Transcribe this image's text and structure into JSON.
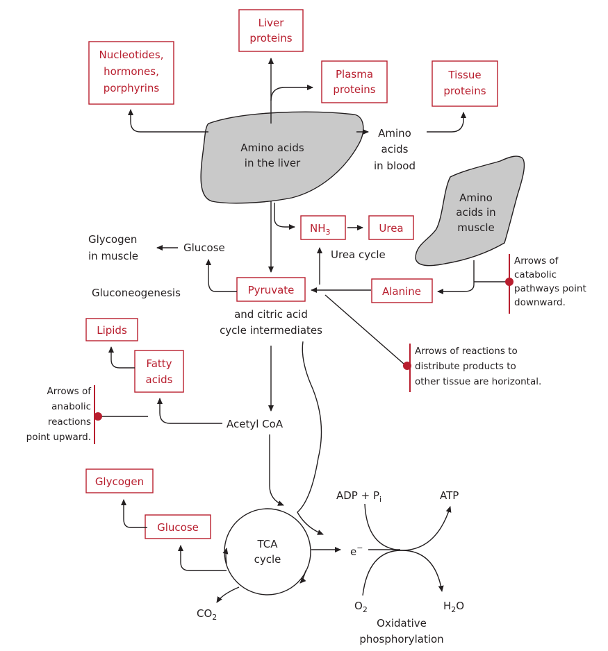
{
  "colors": {
    "accent_red": "#b81e2e",
    "organ_gray": "#c9c9c9",
    "ink": "#231f20"
  },
  "liver": {
    "line1": "Amino acids",
    "line2": "in the liver"
  },
  "muscle": {
    "line1": "Amino",
    "line2": "acids in",
    "line3": "muscle"
  },
  "boxes": {
    "liver_proteins": [
      "Liver",
      "proteins"
    ],
    "nucleotides": [
      "Nucleotides,",
      "hormones,",
      "porphyrins"
    ],
    "plasma_proteins": [
      "Plasma",
      "proteins"
    ],
    "tissue_proteins": [
      "Tissue",
      "proteins"
    ],
    "nh3": "NH",
    "nh3_sub": "3",
    "urea": "Urea",
    "pyruvate": "Pyruvate",
    "alanine": "Alanine",
    "lipids": "Lipids",
    "fatty_acids": [
      "Fatty",
      "acids"
    ],
    "glycogen": "Glycogen",
    "glucose": "Glucose"
  },
  "labels": {
    "amino_blood": [
      "Amino",
      "acids",
      "in blood"
    ],
    "glycogen_muscle": [
      "Glycogen",
      "in muscle"
    ],
    "glucose": "Glucose",
    "gluconeogenesis": "Gluconeogenesis",
    "urea_cycle": "Urea cycle",
    "pyruvate_caption": [
      "and citric acid",
      "cycle intermediates"
    ],
    "acetyl_coa": "Acetyl CoA",
    "tca": [
      "TCA",
      "cycle"
    ],
    "adp": "ADP + P",
    "adp_sub": "i",
    "atp": "ATP",
    "electron": "e",
    "electron_sup": "−",
    "o2": "O",
    "o2_sub": "2",
    "h2o_h": "H",
    "h2o_sub": "2",
    "h2o_o": "O",
    "co2": "CO",
    "co2_sub": "2",
    "oxphos": [
      "Oxidative",
      "phosphorylation"
    ]
  },
  "notes": {
    "catabolic": [
      "Arrows of",
      "catabolic",
      "pathways point",
      "downward."
    ],
    "horizontal": [
      "Arrows of reactions to",
      "distribute products to",
      "other tissue are horizontal."
    ],
    "anabolic": [
      "Arrows of",
      "anabolic",
      "reactions",
      "point upward."
    ]
  }
}
